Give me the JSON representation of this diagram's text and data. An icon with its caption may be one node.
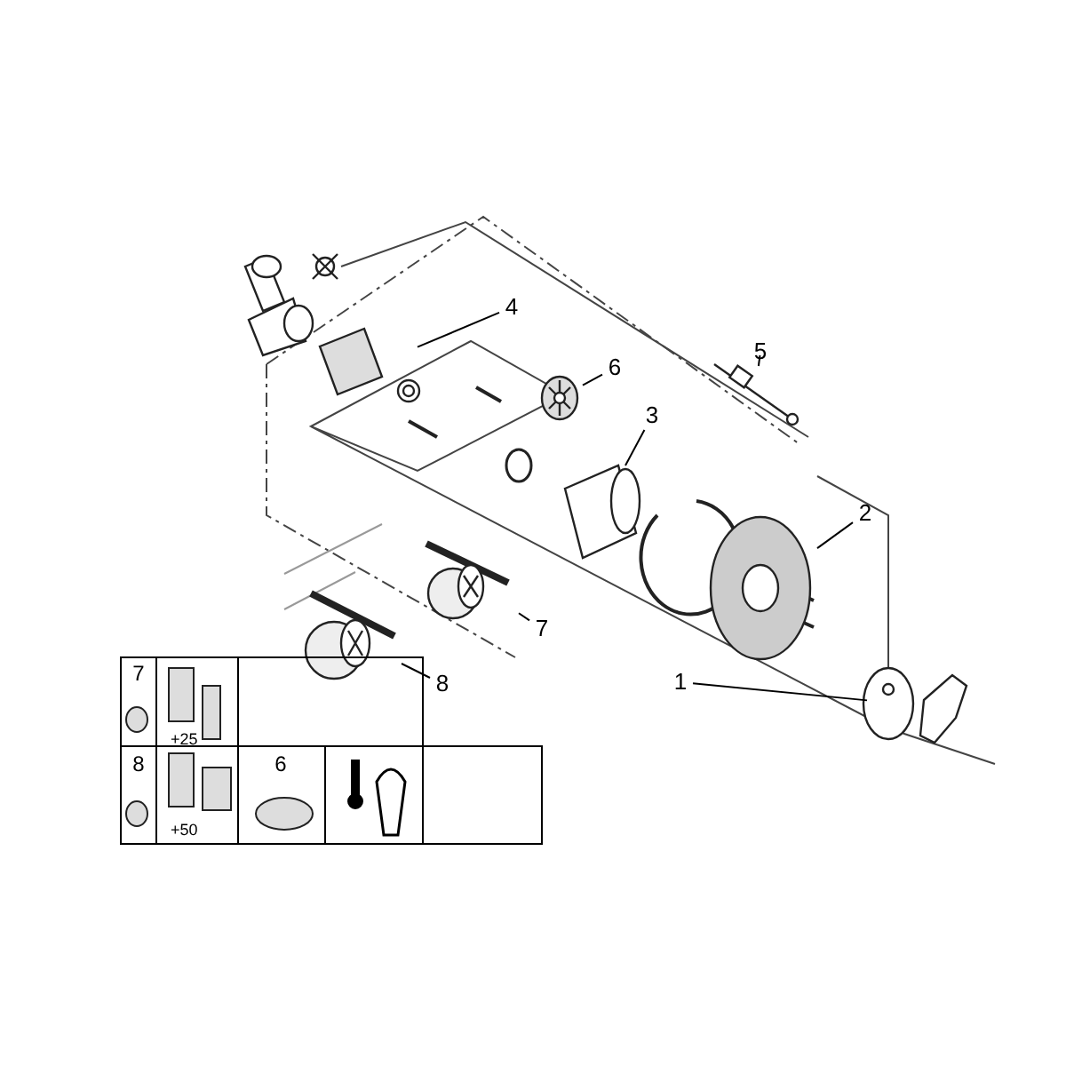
{
  "diagram": {
    "nodes": [
      {
        "text": [
          "1"
        ]
      },
      {
        "text": [
          "2"
        ]
      },
      {
        "text": [
          "3"
        ]
      },
      {
        "text": [
          "4"
        ]
      },
      {
        "text": [
          "5"
        ]
      },
      {
        "text": [
          "6"
        ]
      },
      {
        "text": [
          "7"
        ]
      },
      {
        "text": [
          "8"
        ]
      },
      {
        "text": [],
        "shape": "picture"
      },
      {
        "text": [],
        "shape": "picture"
      },
      {
        "text": [],
        "shape": "picture"
      },
      {
        "text": [],
        "shape": "picture"
      },
      {
        "text": [],
        "shape": "picture"
      },
      {
        "text": [],
        "shape": "picture"
      },
      {
        "text": [],
        "shape": "picture"
      },
      {
        "text": [],
        "shape": "picture"
      }
    ],
    "edges": [
      {
        "from": 0,
        "to": 8,
        "arrow": "none"
      },
      {
        "from": 1,
        "to": 9,
        "arrow": "none"
      },
      {
        "from": 2,
        "to": 10,
        "arrow": "none"
      },
      {
        "from": 3,
        "to": 11,
        "arrow": "none"
      },
      {
        "from": 4,
        "to": 12,
        "arrow": "none"
      },
      {
        "from": 5,
        "to": 13,
        "arrow": "none"
      },
      {
        "from": 6,
        "to": 14,
        "arrow": "none"
      },
      {
        "from": 7,
        "to": 15,
        "arrow": "none"
      }
    ],
    "labels": [
      "7",
      "+25",
      "8",
      "+50",
      "6"
    ]
  }
}
